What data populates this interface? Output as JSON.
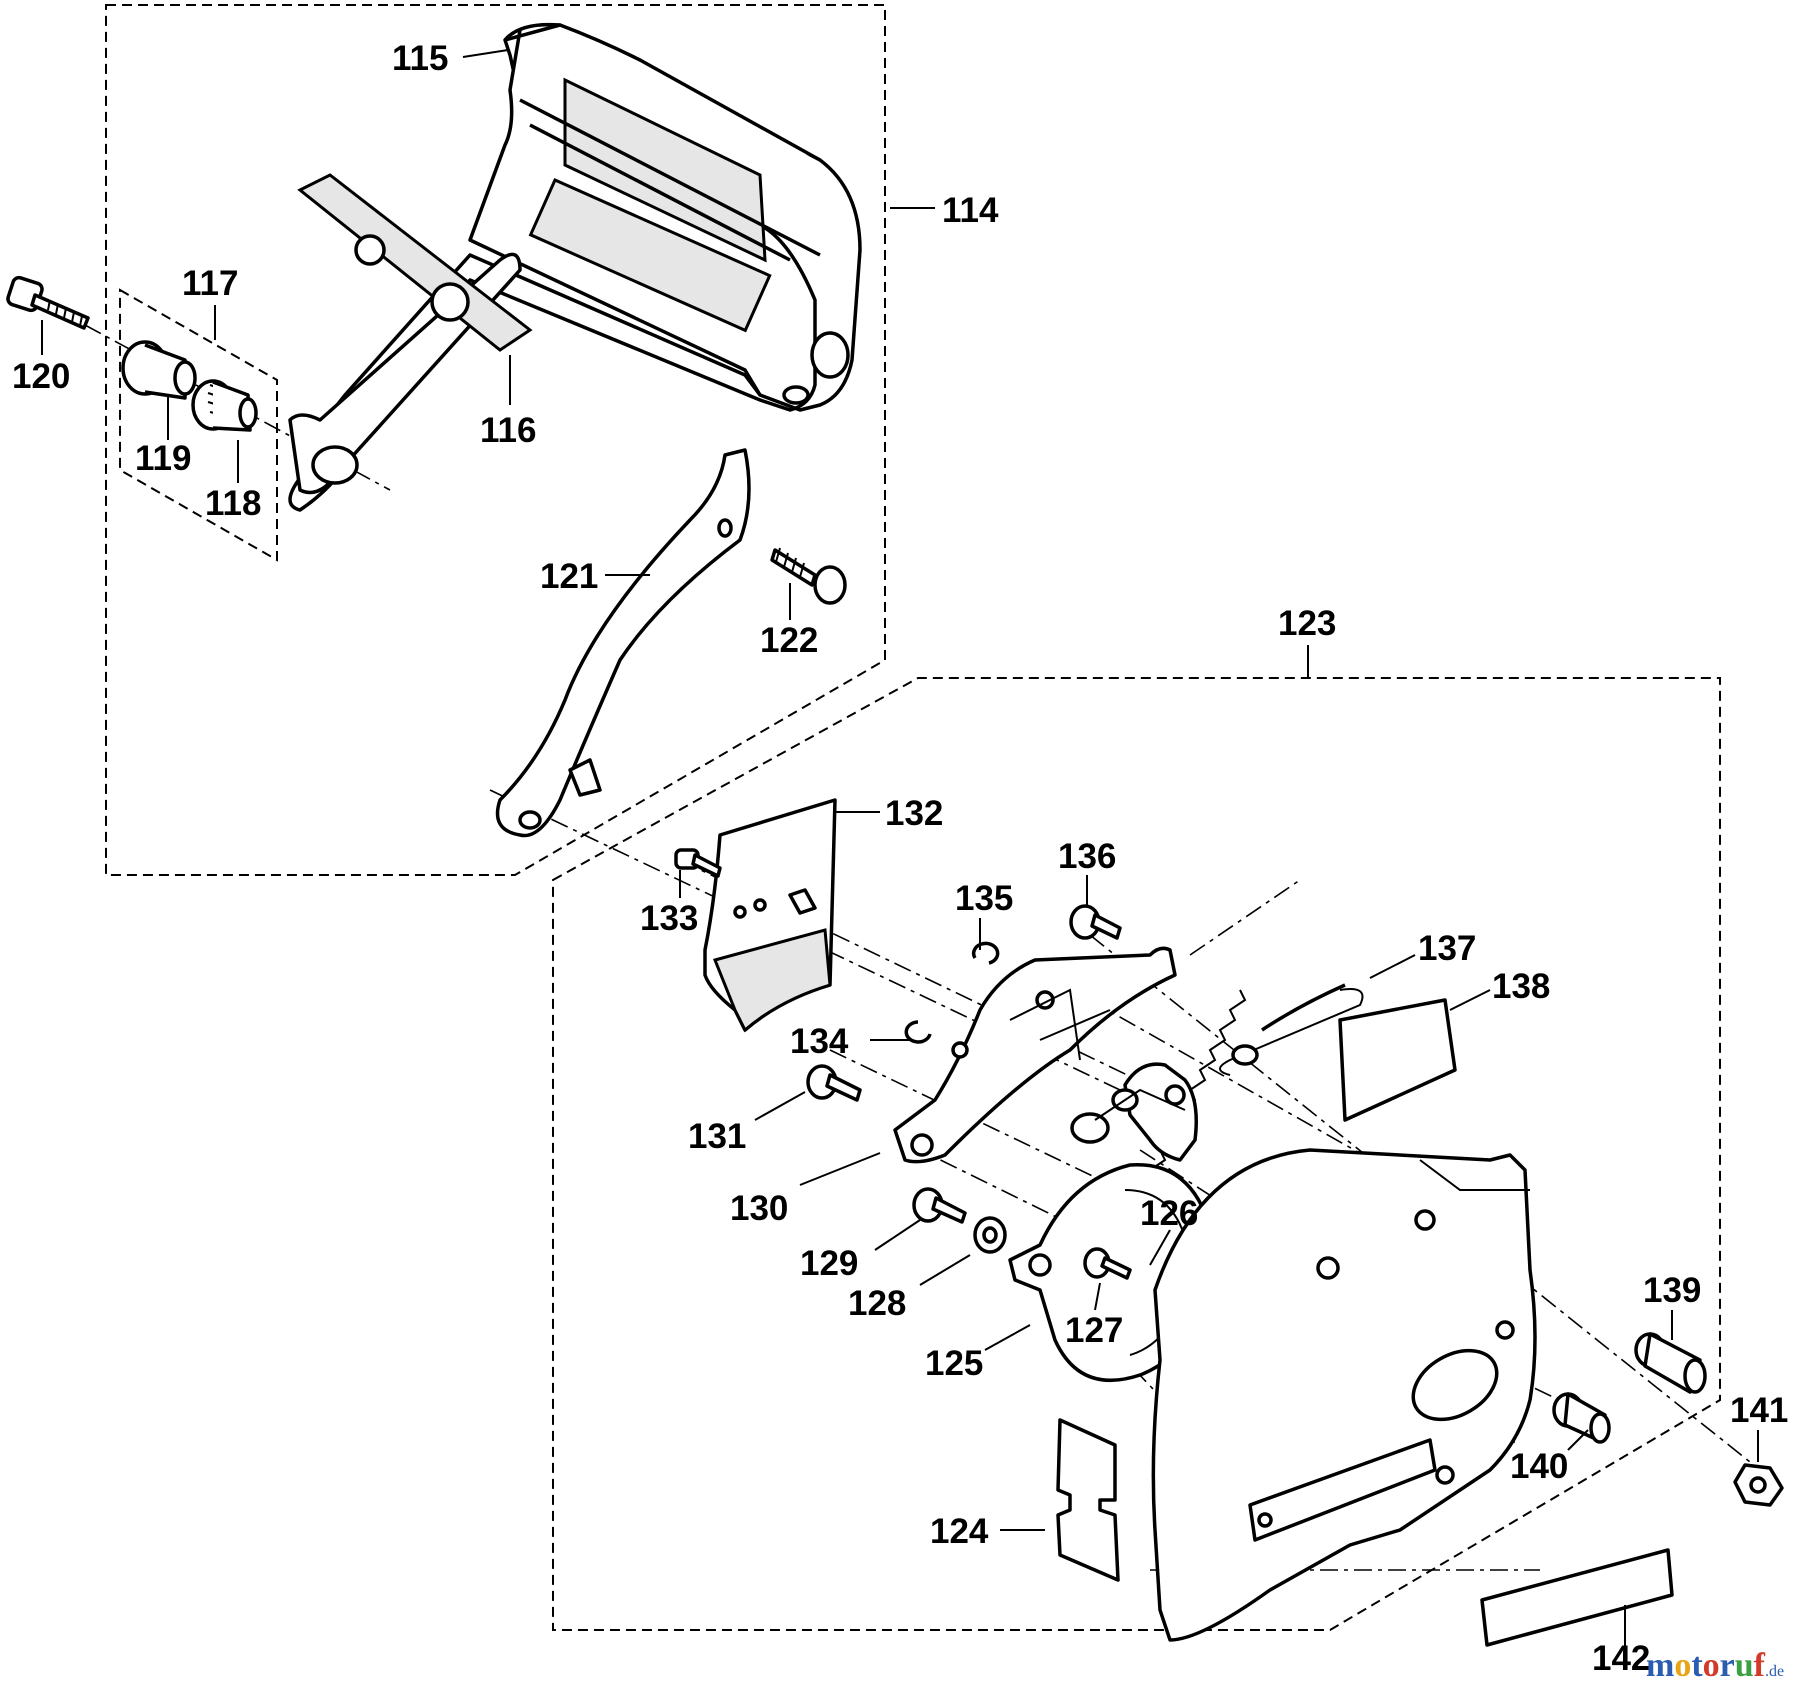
{
  "parts": [
    {
      "num": "114"
    },
    {
      "num": "115"
    },
    {
      "num": "116"
    },
    {
      "num": "117"
    },
    {
      "num": "118"
    },
    {
      "num": "119"
    },
    {
      "num": "120"
    },
    {
      "num": "121"
    },
    {
      "num": "122"
    },
    {
      "num": "123"
    },
    {
      "num": "124"
    },
    {
      "num": "125"
    },
    {
      "num": "126"
    },
    {
      "num": "127"
    },
    {
      "num": "128"
    },
    {
      "num": "129"
    },
    {
      "num": "130"
    },
    {
      "num": "131"
    },
    {
      "num": "132"
    },
    {
      "num": "133"
    },
    {
      "num": "134"
    },
    {
      "num": "135"
    },
    {
      "num": "136"
    },
    {
      "num": "137"
    },
    {
      "num": "138"
    },
    {
      "num": "139"
    },
    {
      "num": "140"
    },
    {
      "num": "141"
    },
    {
      "num": "142"
    }
  ],
  "watermark": {
    "letters": [
      "m",
      "o",
      "t",
      "o",
      "r",
      "u",
      "f"
    ],
    "colors": [
      "#2a5db0",
      "#e8a317",
      "#2a5db0",
      "#d23a2a",
      "#2a5db0",
      "#3aa040",
      "#d23a2a"
    ],
    "suffix": ".de"
  }
}
